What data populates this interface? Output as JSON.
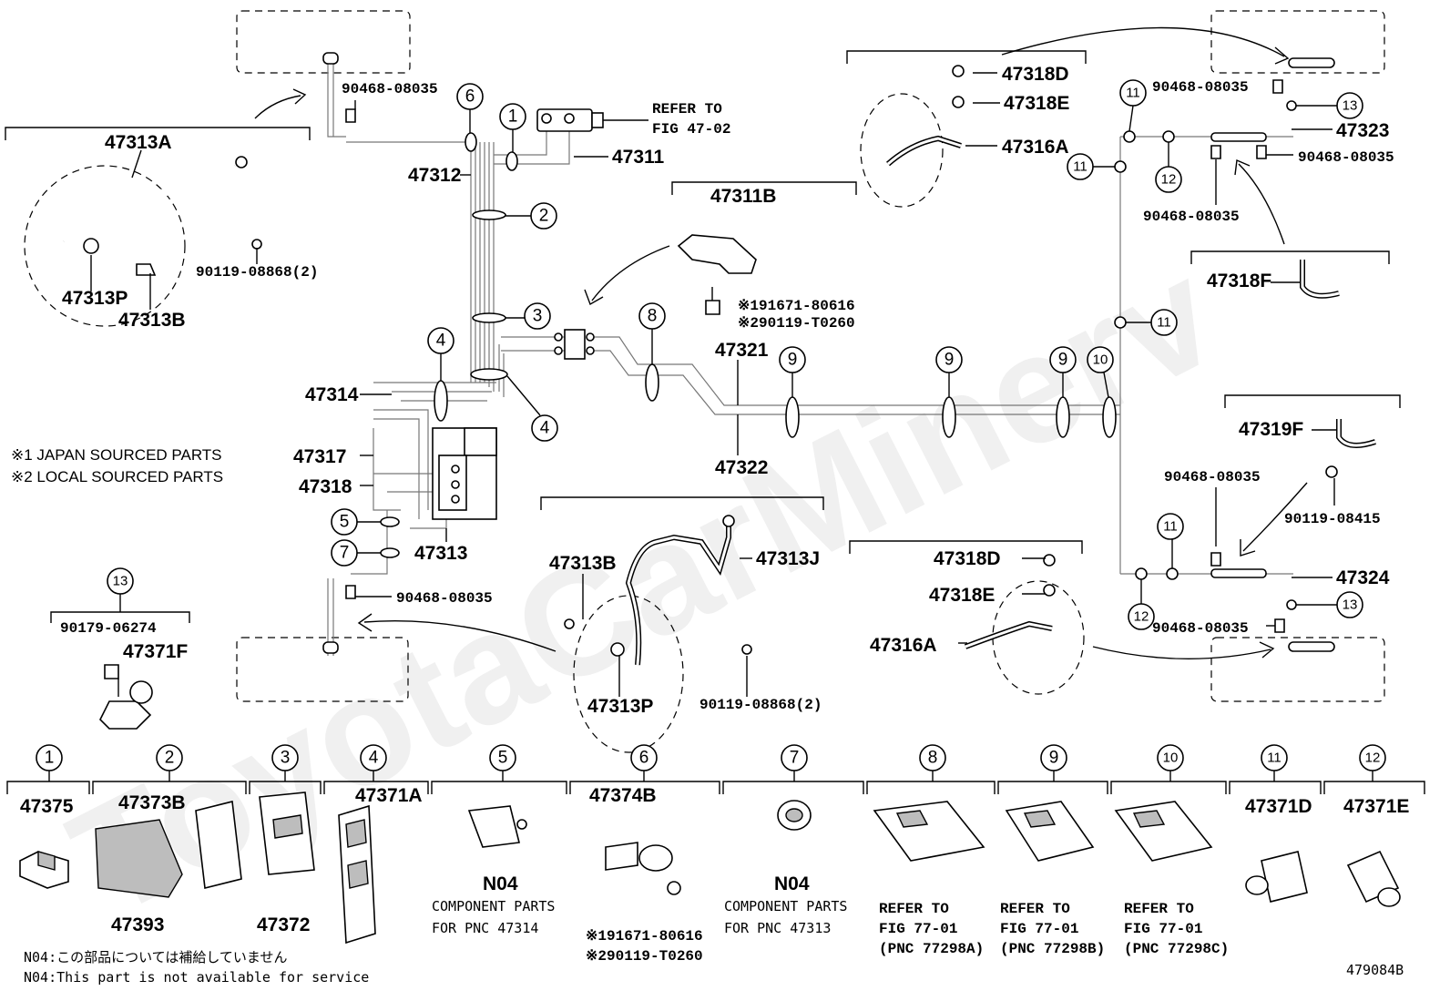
{
  "watermark": "ToyotaCarMinerv",
  "figure_id": "479084B",
  "notes": {
    "japan": "※1 JAPAN SOURCED PARTS",
    "local": "※2 LOCAL SOURCED PARTS"
  },
  "footnotes": {
    "jp": "N04:この部品については補給していません",
    "en": "N04:This part is not available for service"
  },
  "labels": {
    "p47313A": "47313A",
    "p47313P_top": "47313P",
    "p47313B_top": "47313B",
    "p90119_08868_top": "90119-08868(2)",
    "p90468_08035_a": "90468-08035",
    "p47312": "47312",
    "p47311": "47311",
    "refer_to": "REFER TO",
    "fig_47_02": "FIG 47-02",
    "p47311B": "47311B",
    "p191671": "※191671-80616",
    "p290119": "※290119-T0260",
    "p47321": "47321",
    "p47322": "47322",
    "p47314": "47314",
    "p47317": "47317",
    "p47318": "47318",
    "p47313": "47313",
    "p90468_08035_b": "90468-08035",
    "p90179_06274": "90179-06274",
    "p47371F": "47371F",
    "p47313B_mid": "47313B",
    "p47313J": "47313J",
    "p47313P_mid": "47313P",
    "p90119_08868_mid": "90119-08868(2)",
    "p47318D_top": "47318D",
    "p47318E_top": "47318E",
    "p47316A_top": "47316A",
    "p90468_08035_c": "90468-08035",
    "p47323": "47323",
    "p90468_08035_d": "90468-08035",
    "p90468_08035_e": "90468-08035",
    "p47318F": "47318F",
    "p47319F": "47319F",
    "p90468_08035_f": "90468-08035",
    "p90119_08415": "90119-08415",
    "p47318D_mid": "47318D",
    "p47318E_mid": "47318E",
    "p47316A_mid": "47316A",
    "p47324": "47324",
    "p90468_08035_g": "90468-08035"
  },
  "callouts": [
    "1",
    "2",
    "3",
    "4",
    "4",
    "5",
    "6",
    "7",
    "8",
    "9",
    "9",
    "9",
    "10",
    "11",
    "11",
    "11",
    "11",
    "12",
    "12",
    "13",
    "13",
    "13"
  ],
  "legend": [
    {
      "num": "1",
      "parts": [
        "47375"
      ],
      "desc": []
    },
    {
      "num": "2",
      "parts": [
        "47373B",
        "47393"
      ],
      "desc": []
    },
    {
      "num": "3",
      "parts": [
        "47372"
      ],
      "desc": []
    },
    {
      "num": "4",
      "parts": [
        "47371A"
      ],
      "desc": []
    },
    {
      "num": "5",
      "parts": [
        "N04"
      ],
      "desc": [
        "COMPONENT PARTS",
        "FOR PNC 47314"
      ]
    },
    {
      "num": "6",
      "parts": [
        "47374B"
      ],
      "desc": [
        "※191671-80616",
        "※290119-T0260"
      ]
    },
    {
      "num": "7",
      "parts": [
        "N04"
      ],
      "desc": [
        "COMPONENT PARTS",
        "FOR PNC 47313"
      ]
    },
    {
      "num": "8",
      "parts": [],
      "desc": [
        "REFER TO",
        "FIG 77-01",
        "(PNC 77298A)"
      ]
    },
    {
      "num": "9",
      "parts": [],
      "desc": [
        "REFER TO",
        "FIG 77-01",
        "(PNC 77298B)"
      ]
    },
    {
      "num": "10",
      "parts": [],
      "desc": [
        "REFER TO",
        "FIG 77-01",
        "(PNC 77298C)"
      ]
    },
    {
      "num": "11",
      "parts": [
        "47371D"
      ],
      "desc": []
    },
    {
      "num": "12",
      "parts": [
        "47371E"
      ],
      "desc": []
    }
  ]
}
